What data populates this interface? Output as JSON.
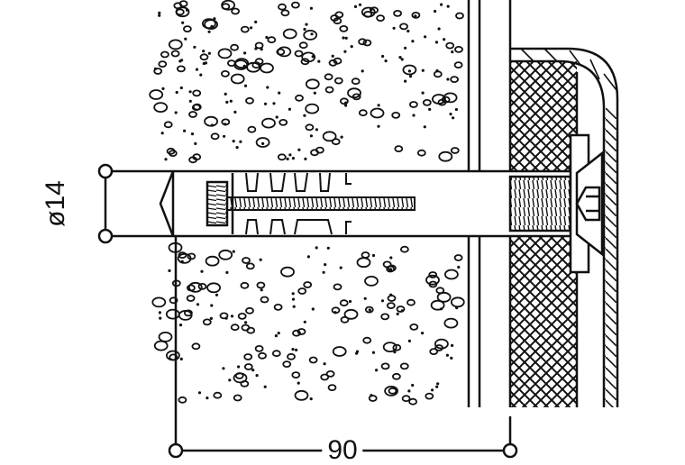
{
  "drawing": {
    "type": "technical cross-section",
    "subject": "expansion anchor with screw fixing a panel to a concrete wall"
  },
  "dimensions": {
    "diameter": {
      "label": "ø14",
      "value": 14,
      "orientation": "vertical"
    },
    "length": {
      "label": "90",
      "value": 90,
      "orientation": "horizontal"
    }
  },
  "colors": {
    "line": "#111111",
    "background": "#ffffff"
  }
}
